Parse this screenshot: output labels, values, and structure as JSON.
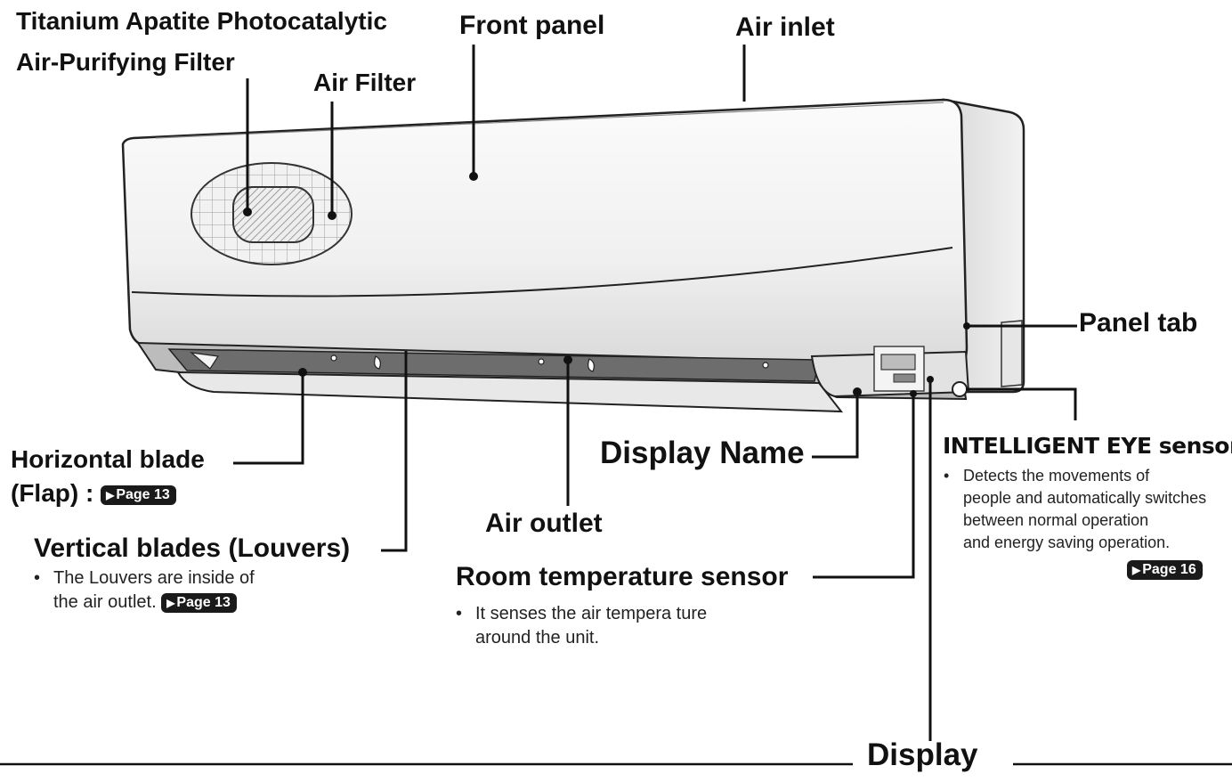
{
  "labels": {
    "titanium_line1": "Titanium Apatite Photocatalytic",
    "titanium_line2": "Air-Purifying Filter",
    "front_panel": "Front panel",
    "air_inlet": "Air inlet",
    "air_filter": "Air Filter",
    "panel_tab": "Panel tab",
    "horizontal_blade_line1": "Horizontal blade",
    "horizontal_blade_line2": "(Flap) :",
    "display_name": "Display Name",
    "intelligent_eye": "INTELLIGENT EYE sensor",
    "air_outlet": "Air outlet",
    "vertical_blades": "Vertical blades (Louvers)",
    "room_temp_sensor": "Room temperature sensor",
    "display": "Display"
  },
  "notes": {
    "louvers_line1": "The Louvers are inside of",
    "louvers_line2": "the air outlet.",
    "room_temp_line1": "It senses the air tempera ture",
    "room_temp_line2": "around the unit.",
    "eye_line1": "Detects the movements of",
    "eye_line2": "people and automatically switches",
    "eye_line3": "between normal operation",
    "eye_line4": "and energy saving operation."
  },
  "page_refs": {
    "flap": "Page 13",
    "louvers": "Page 13",
    "eye": "Page 16"
  },
  "glyphs": {
    "bullet": "•",
    "triangle": "▶"
  }
}
